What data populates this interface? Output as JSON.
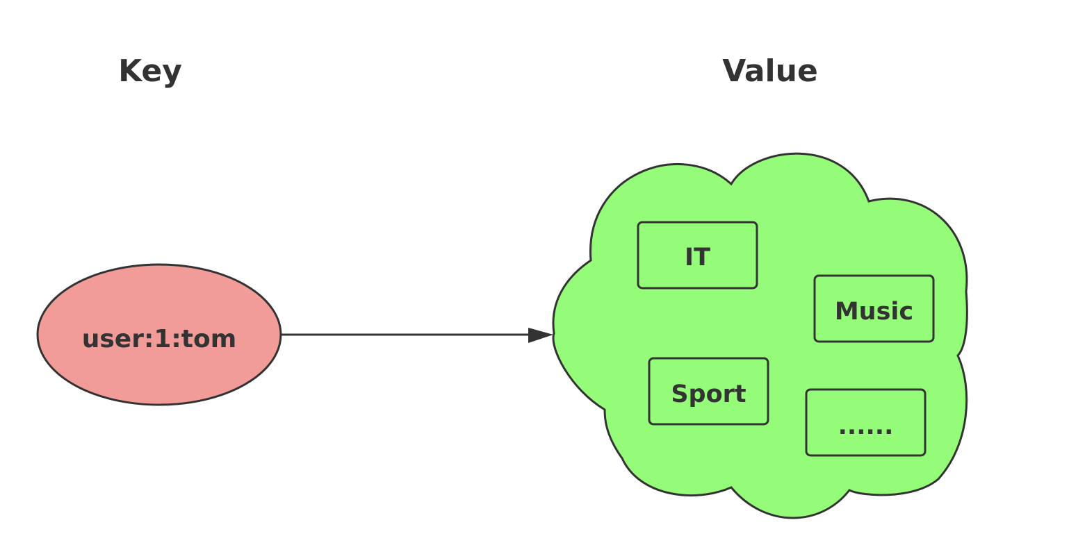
{
  "headings": {
    "key": "Key",
    "value": "Value"
  },
  "key_node": {
    "label": "user:1:tom",
    "fill": "#f19c99"
  },
  "value_cloud": {
    "fill": "#94fc78",
    "items": [
      {
        "label": "IT"
      },
      {
        "label": "Music"
      },
      {
        "label": "Sport"
      },
      {
        "label": "......"
      }
    ]
  },
  "colors": {
    "stroke": "#333333",
    "text": "#333333",
    "background": "#ffffff"
  }
}
